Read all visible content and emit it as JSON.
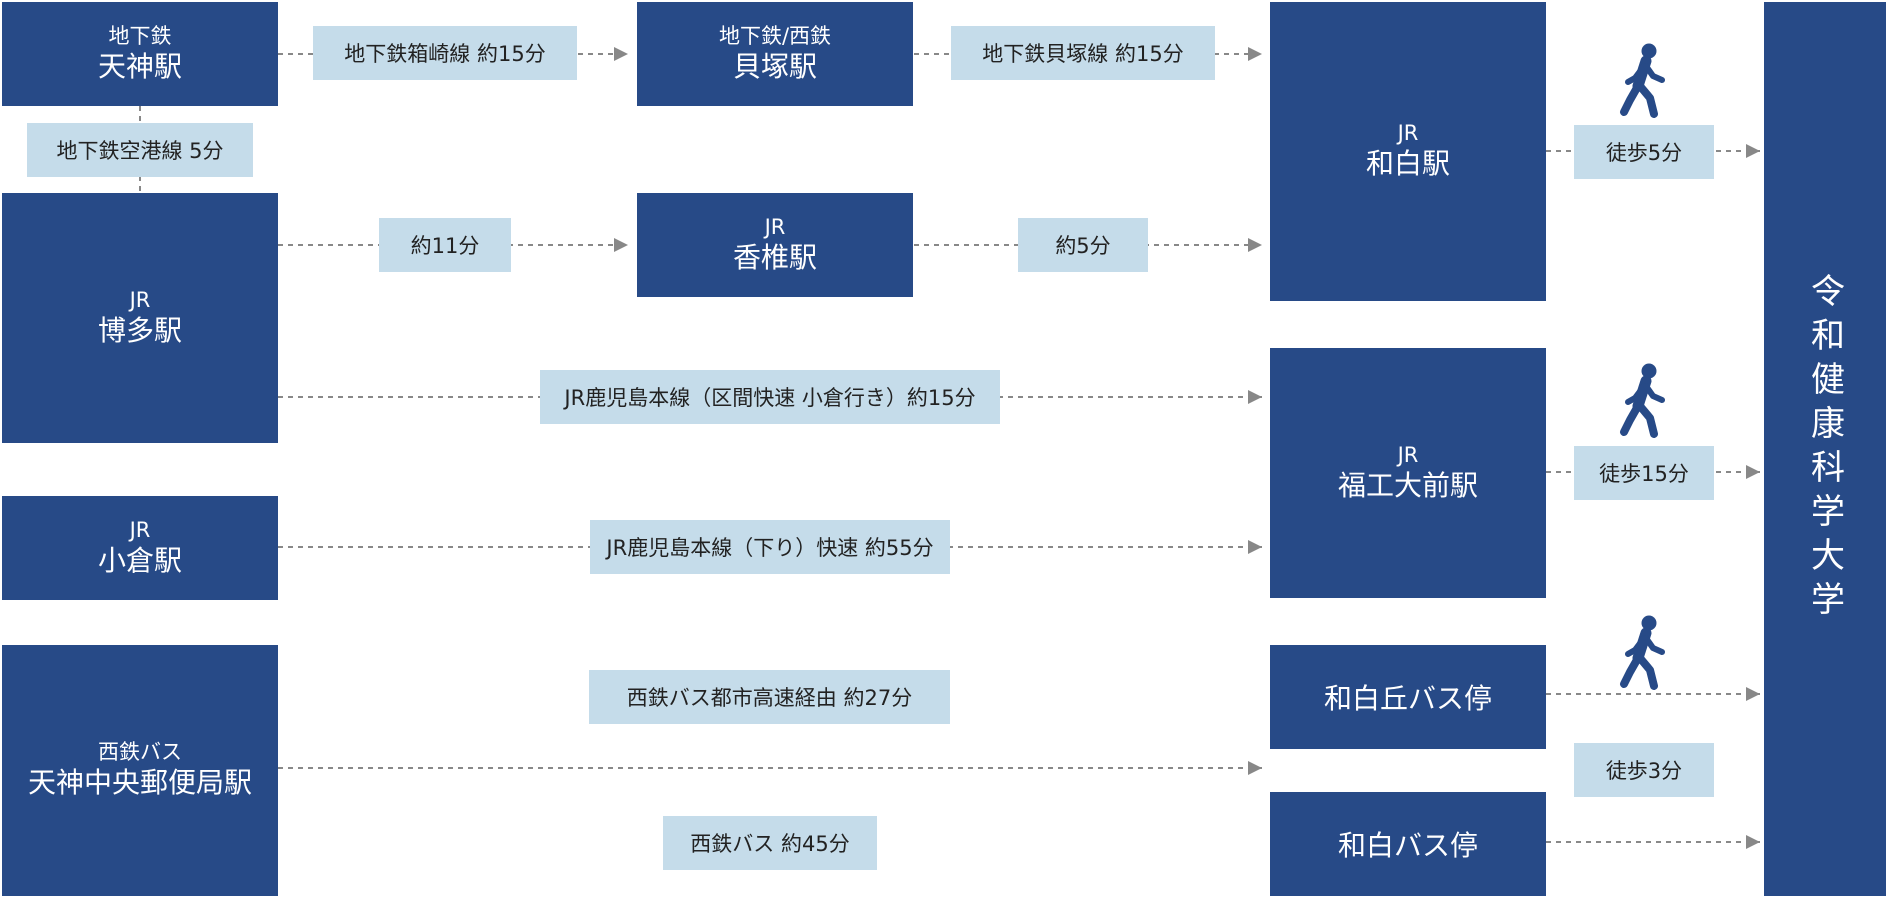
{
  "colors": {
    "node": "#274a87",
    "label": "#c5dcea",
    "line": "#888888"
  },
  "nodes": {
    "tenjin": {
      "sub": "地下鉄",
      "main": "天神駅"
    },
    "kaizuka": {
      "sub": "地下鉄/西鉄",
      "main": "貝塚駅"
    },
    "hakata": {
      "sub": "JR",
      "main": "博多駅"
    },
    "kashii": {
      "sub": "JR",
      "main": "香椎駅"
    },
    "kokura": {
      "sub": "JR",
      "main": "小倉駅"
    },
    "bus_tenjin": {
      "sub": "西鉄バス",
      "main": "天神中央郵便局駅"
    },
    "wajiro": {
      "sub": "JR",
      "main": "和白駅"
    },
    "fukko": {
      "sub": "JR",
      "main": "福工大前駅"
    },
    "wajirogaoka_bus": {
      "main": "和白丘バス停"
    },
    "wajiro_bus": {
      "main": "和白バス停"
    }
  },
  "destination": "令和健康科学大学",
  "labels": {
    "hakozaki": "地下鉄箱崎線 約15分",
    "kaizuka_line": "地下鉄貝塚線 約15分",
    "kuko": "地下鉄空港線 5分",
    "hakata_kashii": "約11分",
    "kashii_wajiro": "約5分",
    "kagoshima_rapid": "JR鹿児島本線（区間快速 小倉行き）約15分",
    "kagoshima_down": "JR鹿児島本線（下り）快速 約55分",
    "bus_highway": "西鉄バス都市高速経由 約27分",
    "bus_45": "西鉄バス 約45分",
    "walk5": "徒歩5分",
    "walk15": "徒歩15分",
    "walk3": "徒歩3分"
  },
  "icons": [
    "walking-person-icon",
    "walking-person-icon",
    "walking-person-icon"
  ]
}
